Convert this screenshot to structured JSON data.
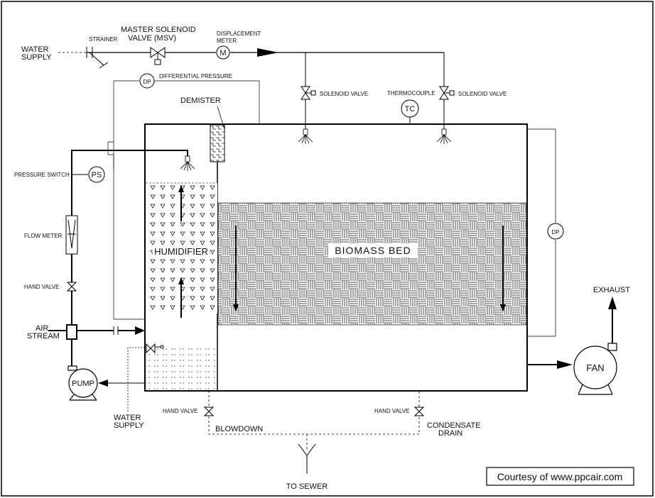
{
  "labels": {
    "water_supply_top": [
      "WATER",
      "SUPPLY"
    ],
    "strainer": "STRAINER",
    "master_valve": [
      "MASTER  SOLENOID",
      "VALVE  (MSV)"
    ],
    "displacement_meter": [
      "DISPLACEMENT",
      "METER"
    ],
    "differential_pressure": "DIFFERENTIAL PRESSURE",
    "dp": "DP",
    "meter_symbol": "M",
    "demister": "DEMISTER",
    "solenoid_valve": "SOLENOID VALVE",
    "thermocouple": "THERMOCOUPLE",
    "tc": "TC",
    "pressure_switch": "PRESSURE SWITCH",
    "ps": "PS",
    "flow_meter": "FLOW METER",
    "hand_valve": "HAND VALVE",
    "air_stream": [
      "AIR",
      "STREAM"
    ],
    "pump": "PUMP",
    "water_supply_bottom": [
      "WATER",
      "SUPPLY"
    ],
    "humidifier": "HUMIDIFIER",
    "biomass_bed": "BIOMASS  BED",
    "exhaust": "EXHAUST",
    "fan": "FAN",
    "blowdown": "BLOWDOWN",
    "condensate_drain": [
      "CONDENSATE",
      "DRAIN"
    ],
    "to_sewer": "TO  SEWER",
    "credit": "Courtesy of www.ppcair.com"
  }
}
